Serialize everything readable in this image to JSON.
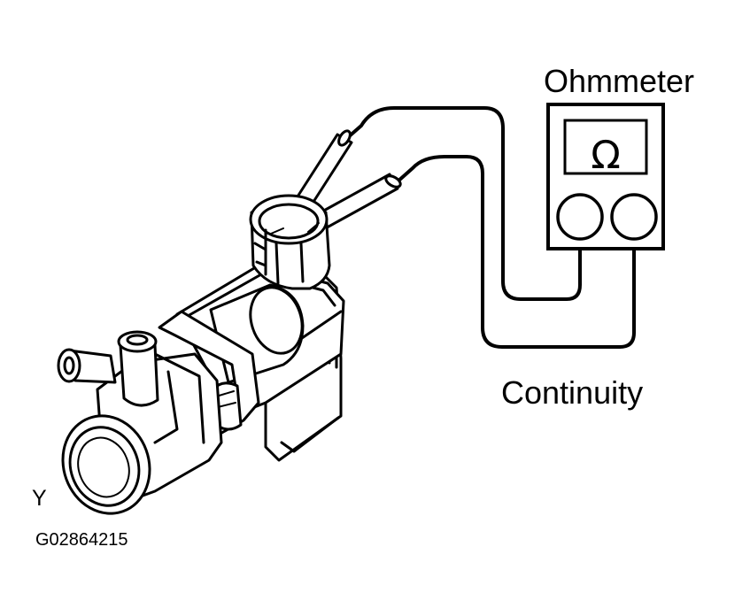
{
  "labels": {
    "meter_name": "Ohmmeter",
    "omega_symbol": "Ω",
    "test_result": "Continuity",
    "view_letter": "Y",
    "figure_code": "G02864215"
  },
  "colors": {
    "line": "#000000",
    "fill": "#ffffff"
  },
  "icons": {
    "meter": "ohmmeter-icon",
    "part": "vsv-solenoid-valve-icon",
    "probes": "test-probe-icon"
  }
}
